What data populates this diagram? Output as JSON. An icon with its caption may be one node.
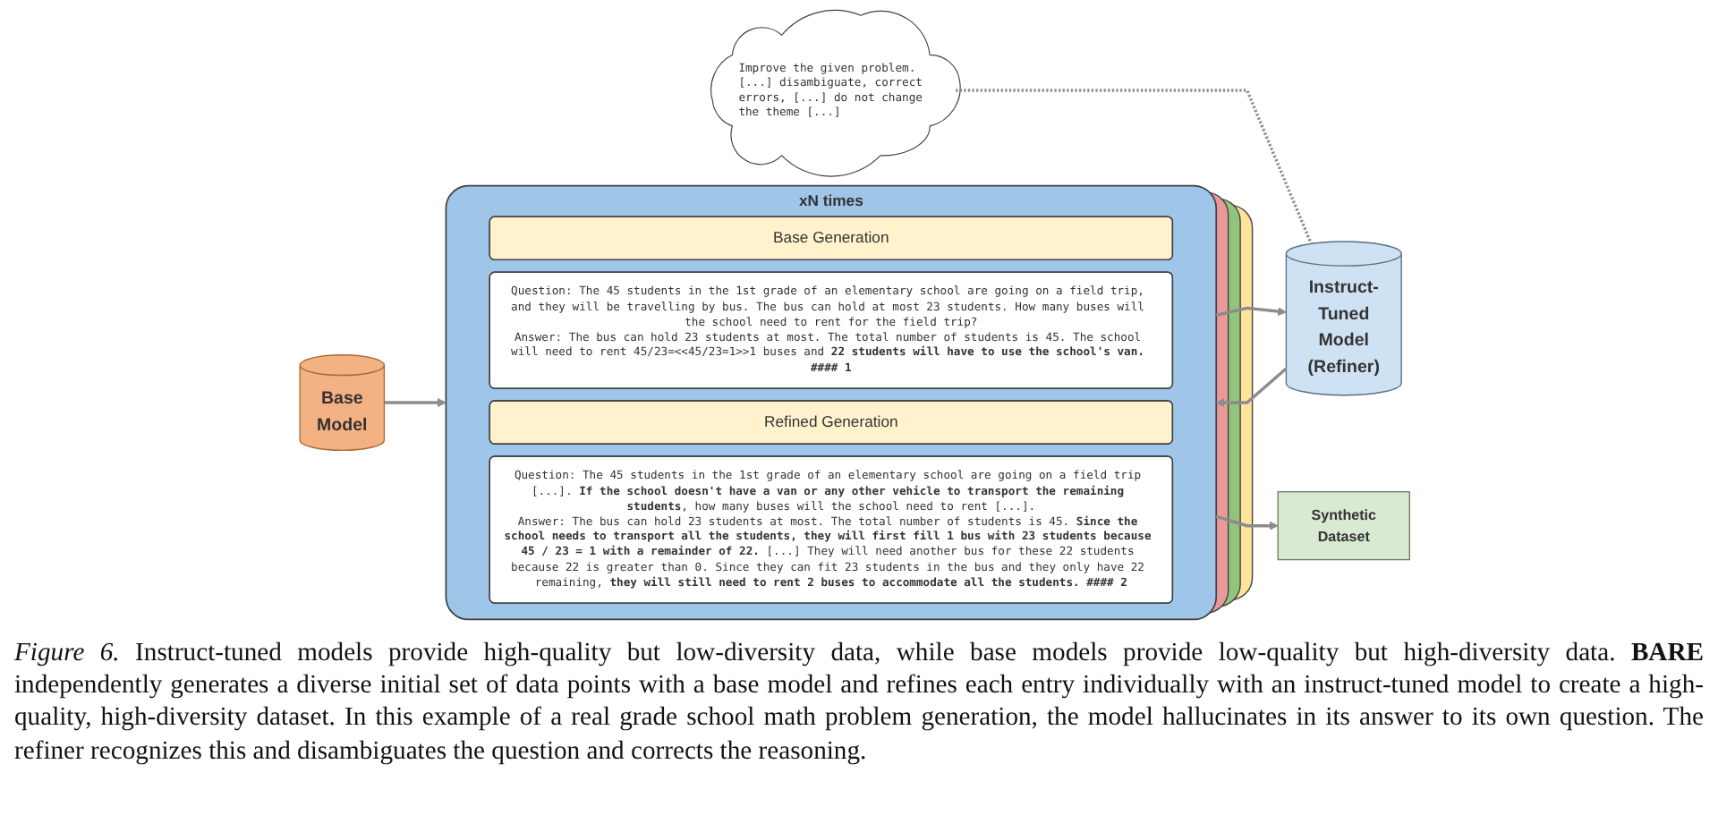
{
  "diagram": {
    "caption": "*Figure 6.* Instruct-tuned models provide high-quality but low-diversity data, while base models provide low-quality but high-diversity data. **BARE** independently generates a diverse initial set of data points with a base model and refines each entry individually with an instruct-tuned model to create a high-quality, high-diversity dataset. In this example of a real grade school math problem generation, the model hallucinates in its answer to its own question. The refiner recognizes this and disambiguates the question and corrects the reasoning.",
    "nodes": [
      {
        "text": [
          "Base Model"
        ]
      },
      {
        "text": [
          "xN times"
        ]
      },
      {
        "text": [
          "Base Generation"
        ],
        "in": 1
      },
      {
        "text": [
          "Question: The 45 students in the 1st grade of an elementary school are going on a field trip, and they will be travelling by bus. The bus can hold at most 23 students. How many buses will the school need to rent for the field trip?",
          "Answer: The bus can hold 23 students at most. The total number of students is 45. The school will need to rent 45/23=<<45/23=1>>1 buses and **22 students will have to use the school's van. #### 1**"
        ],
        "in": 1
      },
      {
        "text": [
          "Refined Generation"
        ],
        "in": 1
      },
      {
        "text": [
          "Question: The 45 students in the 1st grade of an elementary school are going on a field trip [...]. **If the school doesn't have a van or any other vehicle to transport the remaining students**, how many buses will the school need to rent [...].",
          "Answer: The bus can hold 23 students at most. The total number of students is 45. **Since the school needs to transport all the students, they will first fill 1 bus with 23 students because 45 / 23 = 1 with a remainder of 22.** [...] They will need another bus for these 22 students because 22 is greater than 0. Since they can fit 23 students in the bus and they only have 22 remaining, **they will still need to rent 2 buses to accommodate all the students. #### 2**"
        ],
        "in": 1
      },
      {
        "text": [
          "Improve the given problem. [...] disambiguate, correct errors, [...] do not change the theme [...]"
        ]
      },
      {
        "text": [
          "Instruct-Tuned Model",
          "(Refiner)"
        ]
      },
      {
        "text": [
          "Synthetic Dataset"
        ]
      }
    ],
    "edges": [
      {
        "from": 0,
        "to": 1,
        "arrow": "to"
      },
      {
        "from": 1,
        "to": 7,
        "arrow": "to"
      },
      {
        "from": 7,
        "to": 1,
        "arrow": "to"
      },
      {
        "from": 1,
        "to": 8,
        "arrow": "to"
      },
      {
        "from": 6,
        "to": 7,
        "arrow": "none",
        "style": "dashed"
      }
    ]
  }
}
